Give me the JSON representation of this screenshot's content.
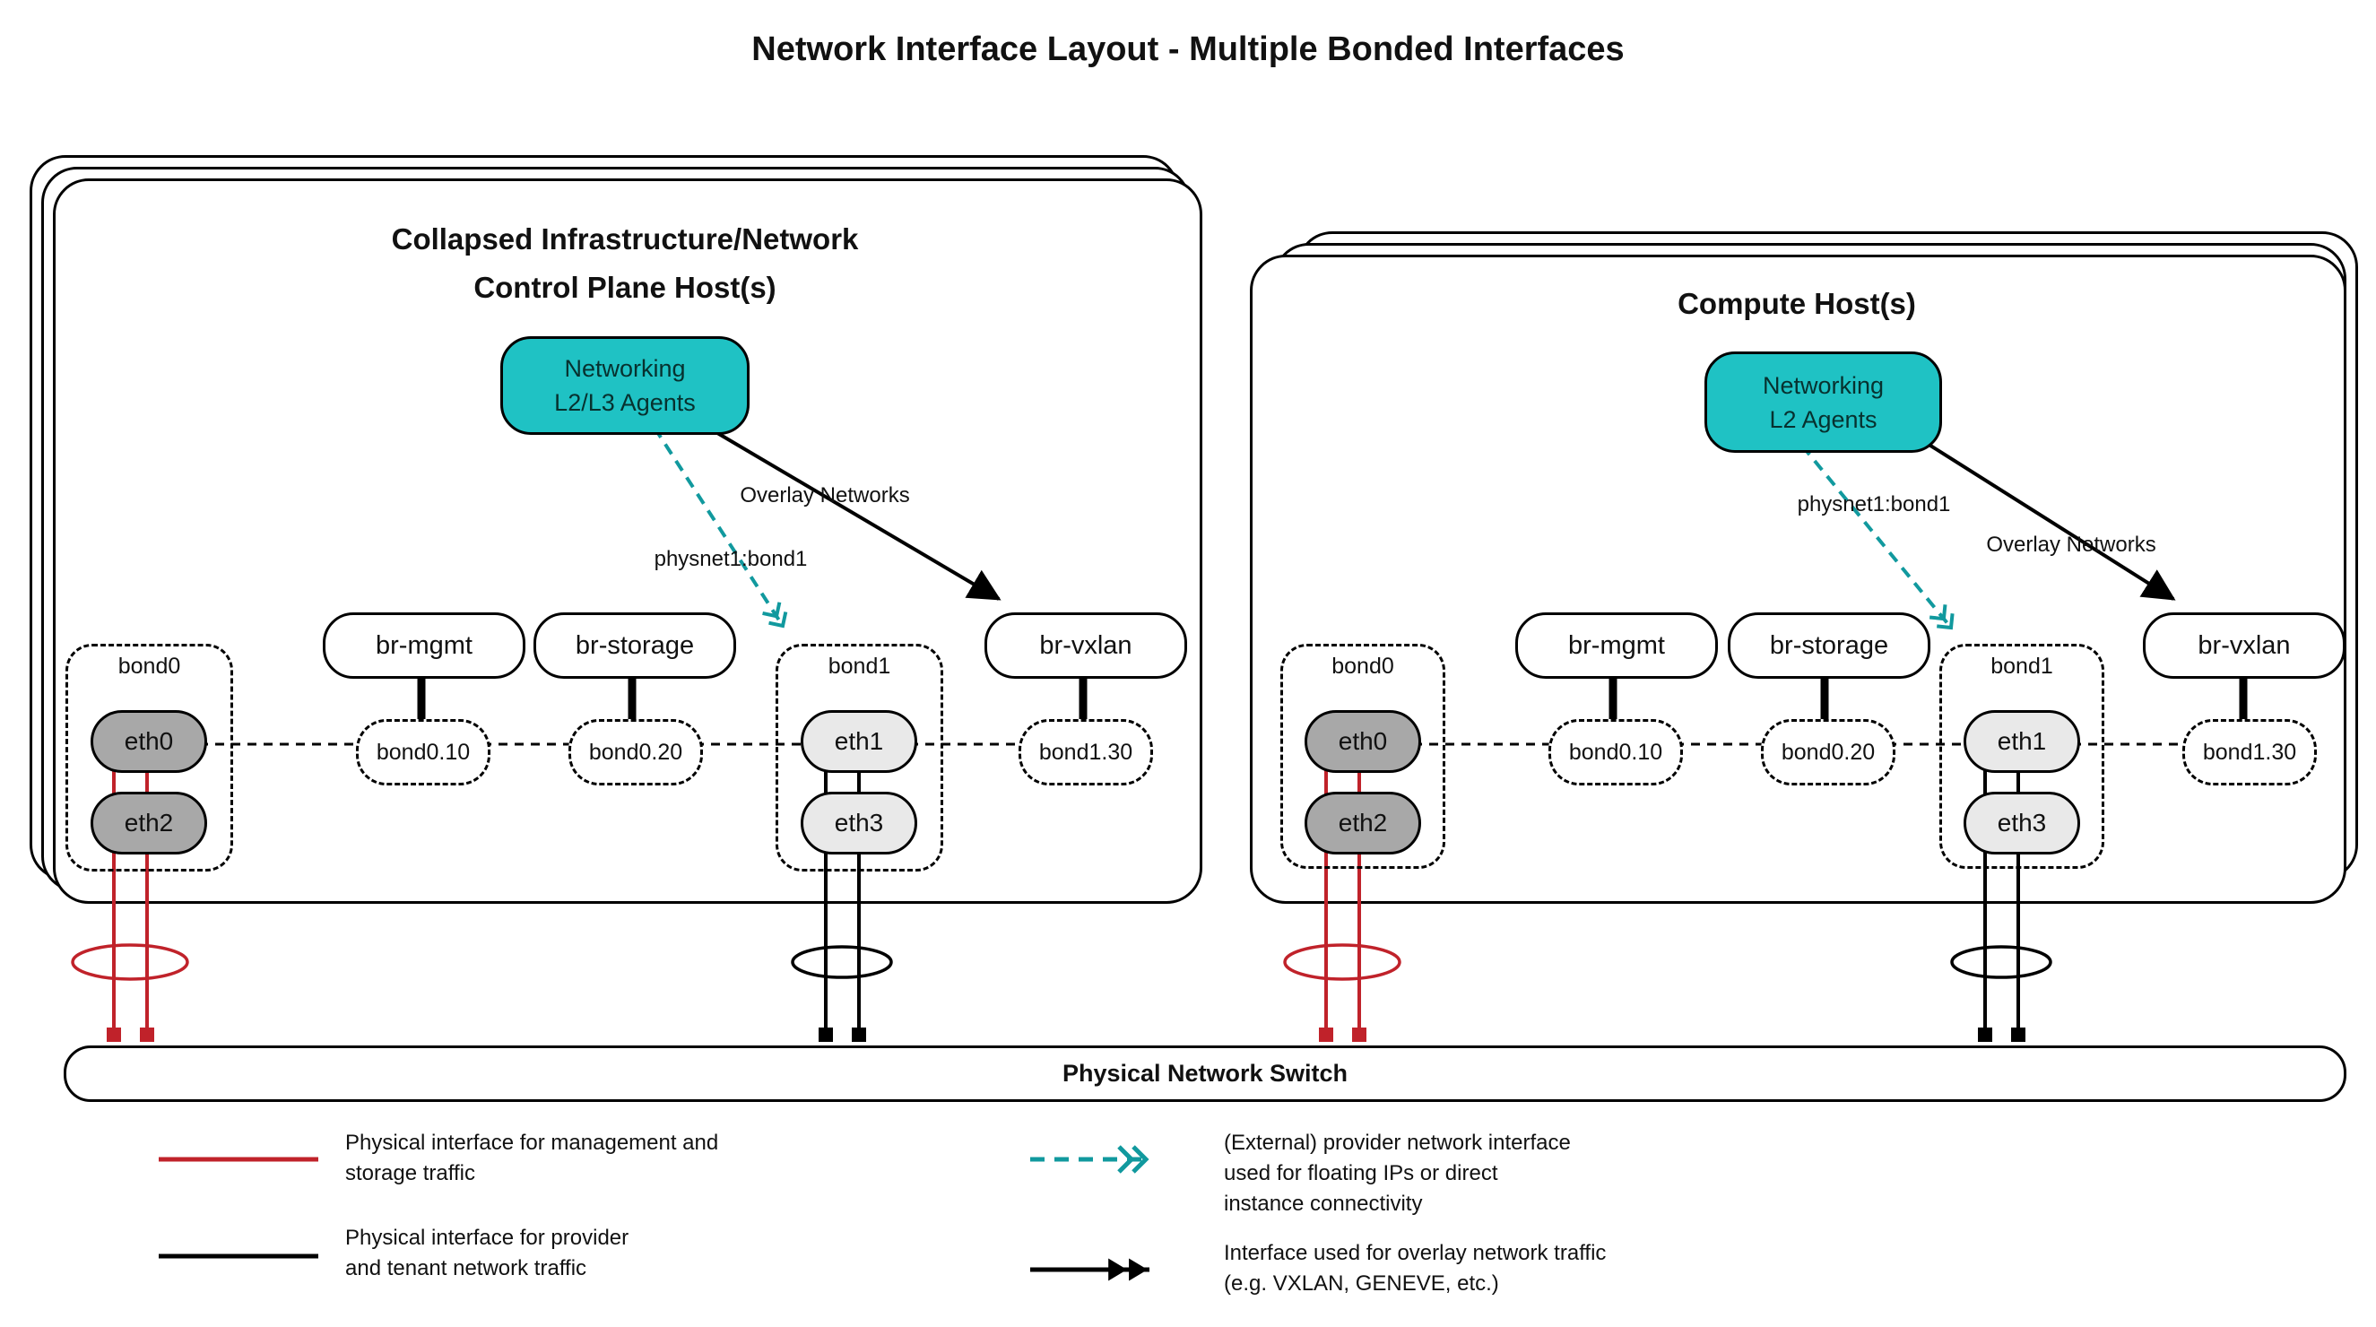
{
  "title": "Network Interface Layout - Multiple Bonded Interfaces",
  "left_host": {
    "title_line1": "Collapsed Infrastructure/Network",
    "title_line2": "Control Plane Host(s)",
    "agent_line1": "Networking",
    "agent_line2": "L2/L3 Agents",
    "overlay_label": "Overlay Networks",
    "physnet_label": "physnet1:bond1",
    "br_mgmt": "br-mgmt",
    "br_storage": "br-storage",
    "br_vxlan": "br-vxlan",
    "bond0": "bond0",
    "bond1": "bond1",
    "eth0": "eth0",
    "eth2": "eth2",
    "eth1": "eth1",
    "eth3": "eth3",
    "bond0_10": "bond0.10",
    "bond0_20": "bond0.20",
    "bond1_30": "bond1.30"
  },
  "right_host": {
    "title": "Compute Host(s)",
    "agent_line1": "Networking",
    "agent_line2": "L2 Agents",
    "overlay_label": "Overlay Networks",
    "physnet_label": "physnet1:bond1",
    "br_mgmt": "br-mgmt",
    "br_storage": "br-storage",
    "br_vxlan": "br-vxlan",
    "bond0": "bond0",
    "bond1": "bond1",
    "eth0": "eth0",
    "eth2": "eth2",
    "eth1": "eth1",
    "eth3": "eth3",
    "bond0_10": "bond0.10",
    "bond0_20": "bond0.20",
    "bond1_30": "bond1.30"
  },
  "switch_label": "Physical Network Switch",
  "legend": {
    "mgmt_line1": "Physical interface for management and",
    "mgmt_line2": "storage traffic",
    "provider_line1": "Physical interface for provider",
    "provider_line2": "and tenant network traffic",
    "external_line1": "(External) provider network interface",
    "external_line2": "used for floating IPs or direct",
    "external_line3": "instance connectivity",
    "overlay_line1": "Interface used for overlay network traffic",
    "overlay_line2": "(e.g. VXLAN, GENEVE, etc.)"
  },
  "colors": {
    "teal_fill": "#1fc2c4",
    "teal_arrow": "#11999e",
    "red": "#c0222a",
    "black": "#000000"
  }
}
